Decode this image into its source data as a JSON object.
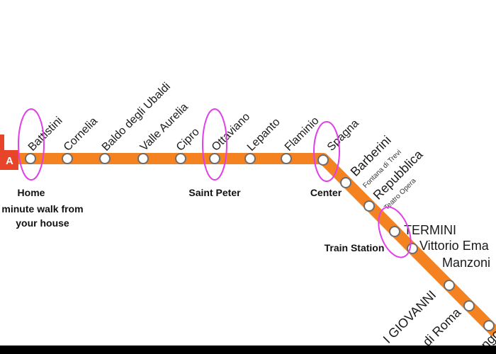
{
  "line": {
    "letter": "A",
    "color": "#f58220",
    "badge_color": "#e8442a",
    "highlight_color": "#e040e8"
  },
  "stations": [
    {
      "id": "battistini",
      "name": "Battistini"
    },
    {
      "id": "cornelia",
      "name": "Cornelia"
    },
    {
      "id": "baldo",
      "name": "Baldo degli Ubaldi"
    },
    {
      "id": "valle-aurelia",
      "name": "Valle Aurelia"
    },
    {
      "id": "cipro",
      "name": "Cipro"
    },
    {
      "id": "ottaviano",
      "name": "Ottaviano"
    },
    {
      "id": "lepanto",
      "name": "Lepanto"
    },
    {
      "id": "flaminio",
      "name": "Flaminio"
    },
    {
      "id": "spagna",
      "name": "Spagna"
    },
    {
      "id": "barberini",
      "name": "Barberini",
      "sub": "Fontana di Trevi"
    },
    {
      "id": "repubblica",
      "name": "Repubblica",
      "sub": "Teatro Opera"
    },
    {
      "id": "termini",
      "name": "TERMINI"
    },
    {
      "id": "vittorio",
      "name": "Vittorio Ema"
    },
    {
      "id": "manzoni",
      "name": "Manzoni"
    },
    {
      "id": "san-giovanni",
      "name": "I GIOVANNI"
    },
    {
      "id": "porta",
      "name": "di Roma"
    },
    {
      "id": "furio",
      "name": "ngo"
    }
  ],
  "annotations": {
    "home": "Home",
    "home_walk_1": "minute walk from",
    "home_walk_2": "your house",
    "saint_peter": "Saint Peter",
    "center": "Center",
    "train_station": "Train Station"
  }
}
